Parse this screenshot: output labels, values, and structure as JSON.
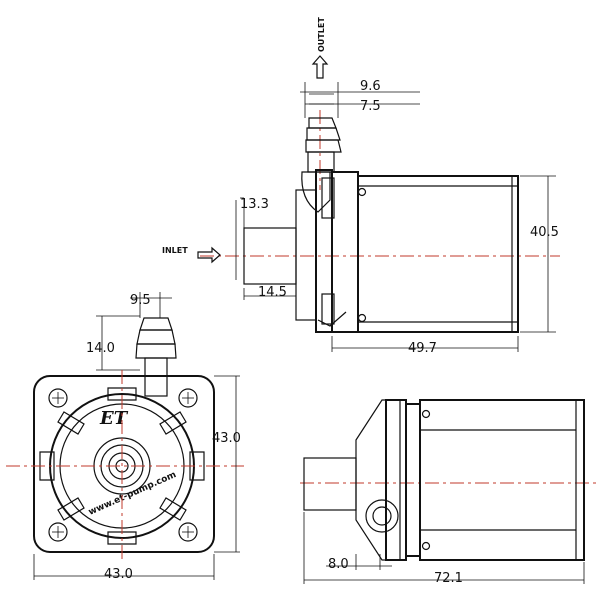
{
  "labels": {
    "outlet": "OUTLET",
    "inlet": "INLET",
    "brand": "ET",
    "website": "www.et-pump.com"
  },
  "dimensions": {
    "outlet_outer": "9.6",
    "outlet_inner": "7.5",
    "inlet_height": "13.3",
    "inlet_length": "14.5",
    "body_height_side": "40.5",
    "body_length_side": "49.7",
    "front_outlet_width": "9.5",
    "front_outlet_height": "14.0",
    "front_height": "43.0",
    "front_width": "43.0",
    "bottom_inlet_length": "8.0",
    "bottom_total_length": "72.1"
  },
  "colors": {
    "line": "#111111",
    "centerline": "#c0392b"
  }
}
